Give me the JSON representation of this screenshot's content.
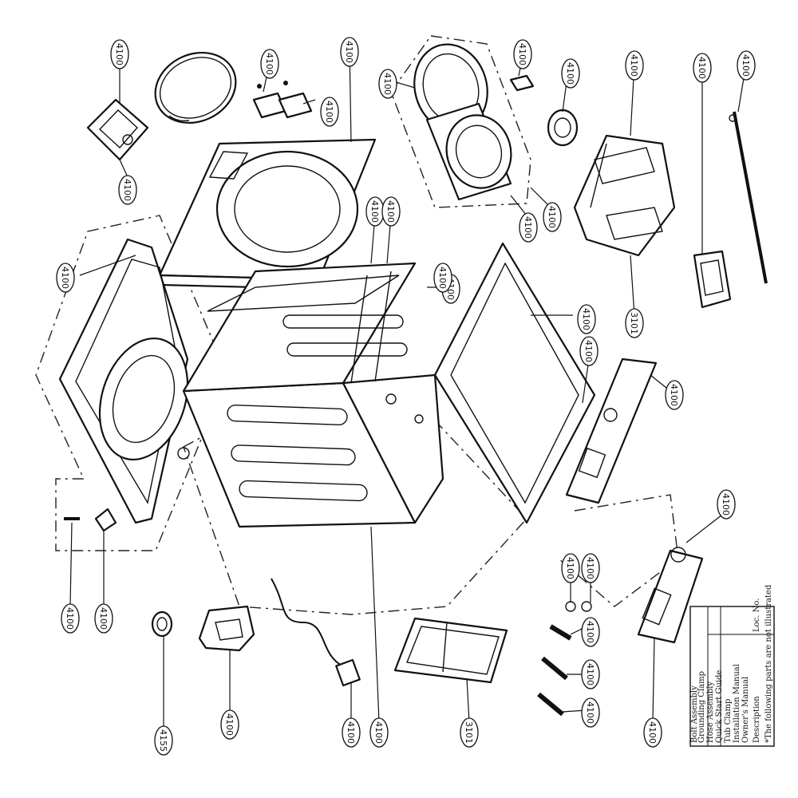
{
  "callouts": [
    {
      "id": "c1",
      "label": "4100"
    },
    {
      "id": "c2",
      "label": "4100"
    },
    {
      "id": "c3",
      "label": "4100"
    },
    {
      "id": "c4",
      "label": "4100"
    },
    {
      "id": "c5",
      "label": "4100"
    },
    {
      "id": "c6",
      "label": "4100"
    },
    {
      "id": "c7",
      "label": "4100"
    },
    {
      "id": "c8",
      "label": "4100"
    },
    {
      "id": "c9",
      "label": "4100"
    },
    {
      "id": "c10",
      "label": "4100"
    },
    {
      "id": "c11",
      "label": "4100"
    },
    {
      "id": "c12",
      "label": "4100"
    },
    {
      "id": "c13",
      "label": "4100"
    },
    {
      "id": "c14",
      "label": "4100"
    },
    {
      "id": "c15",
      "label": "4100"
    },
    {
      "id": "c16",
      "label": "4100"
    },
    {
      "id": "c17",
      "label": "4100"
    },
    {
      "id": "c18",
      "label": "4100"
    },
    {
      "id": "c19",
      "label": "4100"
    },
    {
      "id": "c20",
      "label": "4100"
    },
    {
      "id": "c21",
      "label": "3101"
    },
    {
      "id": "c22",
      "label": "4100"
    },
    {
      "id": "c23",
      "label": "4100"
    },
    {
      "id": "c24",
      "label": "4100"
    },
    {
      "id": "c25",
      "label": "4100"
    },
    {
      "id": "c26",
      "label": "4100"
    },
    {
      "id": "c27",
      "label": "4100"
    },
    {
      "id": "c28",
      "label": "4100"
    },
    {
      "id": "c29",
      "label": "4100"
    },
    {
      "id": "c30",
      "label": "4100"
    },
    {
      "id": "c31",
      "label": "4100"
    },
    {
      "id": "c32",
      "label": "4155"
    },
    {
      "id": "c33",
      "label": "4100"
    },
    {
      "id": "c34",
      "label": "4100"
    },
    {
      "id": "c35",
      "label": "4100"
    },
    {
      "id": "c36",
      "label": "3101"
    },
    {
      "id": "c37",
      "label": "4100"
    }
  ],
  "notes_table": {
    "heading": "*The following parts are not illustrated",
    "col_description": "Description",
    "col_loc": "Loc. No.",
    "rows": [
      "Owner's Manual",
      "Installation Manual",
      "Tub Clamp",
      "Quick Start Guide",
      "Hose Assembly",
      "Grounding Clamp",
      "Bolt Assembly"
    ]
  }
}
